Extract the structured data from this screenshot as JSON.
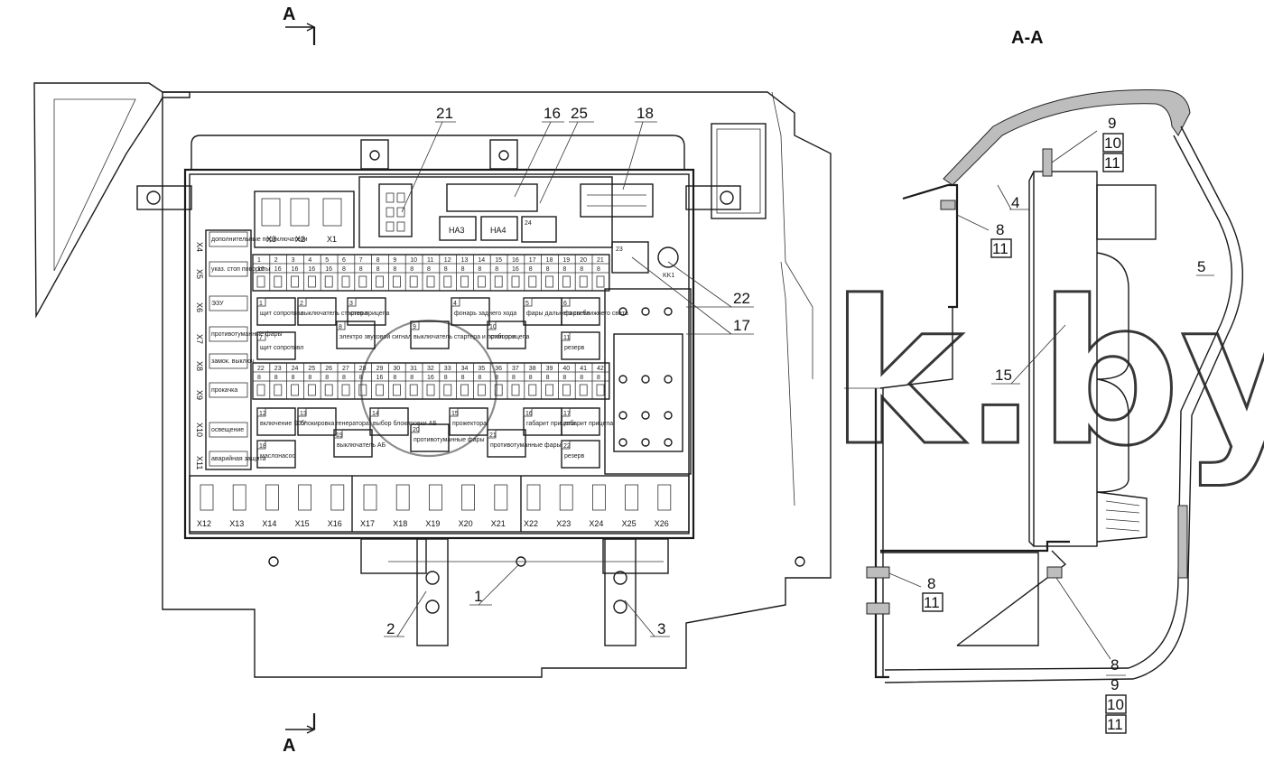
{
  "section_marks": {
    "top": "A",
    "bottom": "A",
    "view_title": "A-A"
  },
  "watermark": "k.by",
  "callouts": {
    "c1": "1",
    "c2": "2",
    "c3": "3",
    "c4": "4",
    "c5": "5",
    "c8a": "8",
    "c8b": "8",
    "c8c": "8",
    "c9a": "9",
    "c9b": "9",
    "c10a": "10",
    "c10b": "10",
    "c11a": "11",
    "c11b": "11",
    "c11c": "11",
    "c11d": "11",
    "c15": "15",
    "c16": "16",
    "c17": "17",
    "c18": "18",
    "c21": "21",
    "c22": "22",
    "c25": "25"
  },
  "connectors": {
    "top_row": [
      "X3",
      "X2",
      "X1"
    ],
    "left_col": [
      "X4",
      "X5",
      "X6",
      "X7",
      "X8",
      "X9",
      "X10",
      "X11"
    ],
    "bottom_row": [
      "X12",
      "X13",
      "X14",
      "X15",
      "X16",
      "X17",
      "X18",
      "X19",
      "X20",
      "X21",
      "X22",
      "X23",
      "X24",
      "X25",
      "X26"
    ]
  },
  "relay_labels": {
    "ha3": "HA3",
    "ha4": "HA4",
    "r24": "24",
    "r23": "23",
    "kk1": "KK1"
  },
  "fuse_numbers_row1": [
    "1",
    "2",
    "3",
    "4",
    "5",
    "6",
    "7",
    "8",
    "9",
    "10",
    "11",
    "12",
    "13",
    "14",
    "15",
    "16",
    "17",
    "18",
    "19",
    "20",
    "21"
  ],
  "fuse_ratings_row1": [
    "16",
    "16",
    "16",
    "16",
    "16",
    "8",
    "8",
    "8",
    "8",
    "8",
    "8",
    "8",
    "8",
    "8",
    "8",
    "16",
    "8",
    "8",
    "8",
    "8",
    "8"
  ],
  "fuse_numbers_row2": [
    "22",
    "23",
    "24",
    "25",
    "26",
    "27",
    "28",
    "29",
    "30",
    "31",
    "32",
    "33",
    "34",
    "35",
    "36",
    "37",
    "38",
    "39",
    "40",
    "41",
    "42"
  ],
  "fuse_ratings_row2": [
    "8",
    "8",
    "8",
    "8",
    "8",
    "8",
    "8",
    "16",
    "8",
    "8",
    "16",
    "8",
    "8",
    "8",
    "8",
    "8",
    "8",
    "8",
    "8",
    "8",
    "8"
  ],
  "relay_blocks_upper": [
    {
      "n": "1",
      "t": "щит сопротивл"
    },
    {
      "n": "2",
      "t": "выключатель стартера"
    },
    {
      "n": "3",
      "t": "стоп прицепа"
    },
    {
      "n": "4",
      "t": "фонарь заднего хода"
    },
    {
      "n": "5",
      "t": "фары дальнего света"
    },
    {
      "n": "6",
      "t": "фары ближнего света"
    },
    {
      "n": "7",
      "t": "щит сопротивл"
    },
    {
      "n": "8",
      "t": "электро звуковой сигнал"
    },
    {
      "n": "9",
      "t": "выключатель стартера и приборов"
    },
    {
      "n": "10",
      "t": "стоп прицепа"
    },
    {
      "n": "11",
      "t": "резерв"
    }
  ],
  "relay_blocks_lower": [
    {
      "n": "12",
      "t": "включение ЭЗУ"
    },
    {
      "n": "13",
      "t": "блокировка генератора"
    },
    {
      "n": "14",
      "t": "выбор блокировки АБ"
    },
    {
      "n": "15",
      "t": "прожектора"
    },
    {
      "n": "16",
      "t": "габарит прицепа"
    },
    {
      "n": "17",
      "t": "габарит прицепа"
    },
    {
      "n": "18",
      "t": "маслонасос"
    },
    {
      "n": "19",
      "t": "выключатель АБ"
    },
    {
      "n": "20",
      "t": "противотуманные фары"
    },
    {
      "n": "21",
      "t": "противотуманные фары"
    },
    {
      "n": "22",
      "t": "резерв"
    }
  ],
  "left_side_labels": [
    "дополнительные переключатели",
    "указ. стоп повороты",
    "ЭЗУ",
    "противотуманные фары",
    "замок. выключ.",
    "прокачка",
    "освещение",
    "аварийная защита"
  ]
}
